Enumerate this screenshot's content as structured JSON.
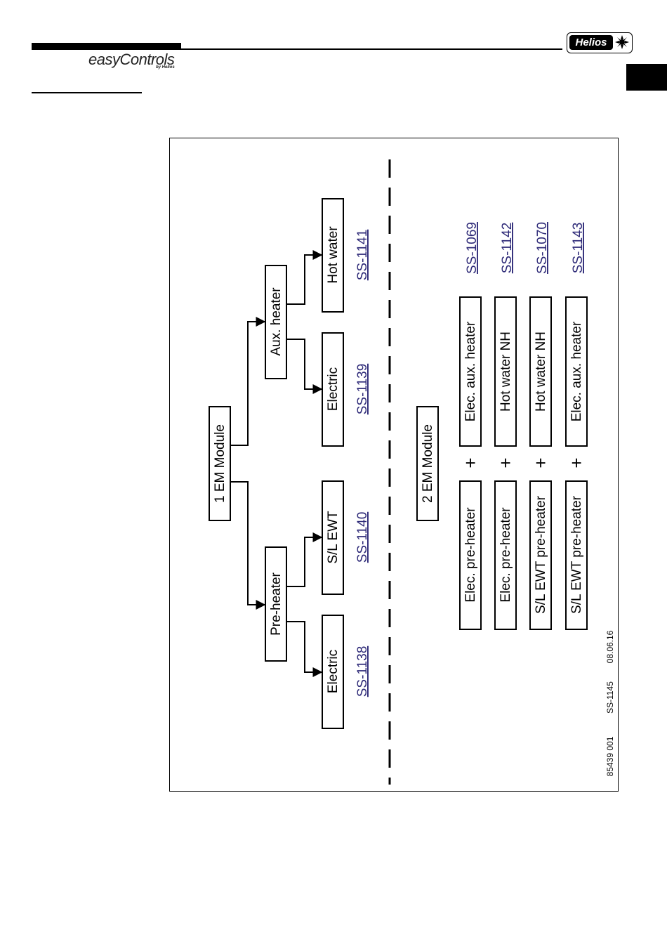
{
  "header": {
    "brand_main": "easyControls",
    "brand_sub": "by Helios",
    "logo_text": "Helios"
  },
  "diagram": {
    "one_em": {
      "module": "1 EM Module",
      "pre_heater": "Pre-heater",
      "aux_heater": "Aux. heater",
      "pre_electric": "Electric",
      "pre_slewt": "S/L EWT",
      "aux_electric": "Electric",
      "aux_hot_water": "Hot water",
      "code_pre_electric": "SS-1138",
      "code_pre_slewt": "SS-1140",
      "code_aux_electric": "SS-1139",
      "code_aux_hot_water": "SS-1141"
    },
    "two_em": {
      "module": "2 EM Module",
      "plus": "+",
      "rows": [
        {
          "left": "Elec. pre-heater",
          "right": "Elec. aux. heater",
          "code": "SS-1069"
        },
        {
          "left": "Elec. pre-heater",
          "right": "Hot water NH",
          "code": "SS-1142"
        },
        {
          "left": "S/L EWT pre-heater",
          "right": "Hot water NH",
          "code": "SS-1070"
        },
        {
          "left": "S/L EWT pre-heater",
          "right": "Elec. aux. heater",
          "code": "SS-1143"
        }
      ]
    },
    "footer": {
      "drawing_no": "85439 001",
      "ref": "SS-1145",
      "date": "08.06.16"
    }
  },
  "colors": {
    "link": "#2e2a78",
    "line": "#000000"
  }
}
